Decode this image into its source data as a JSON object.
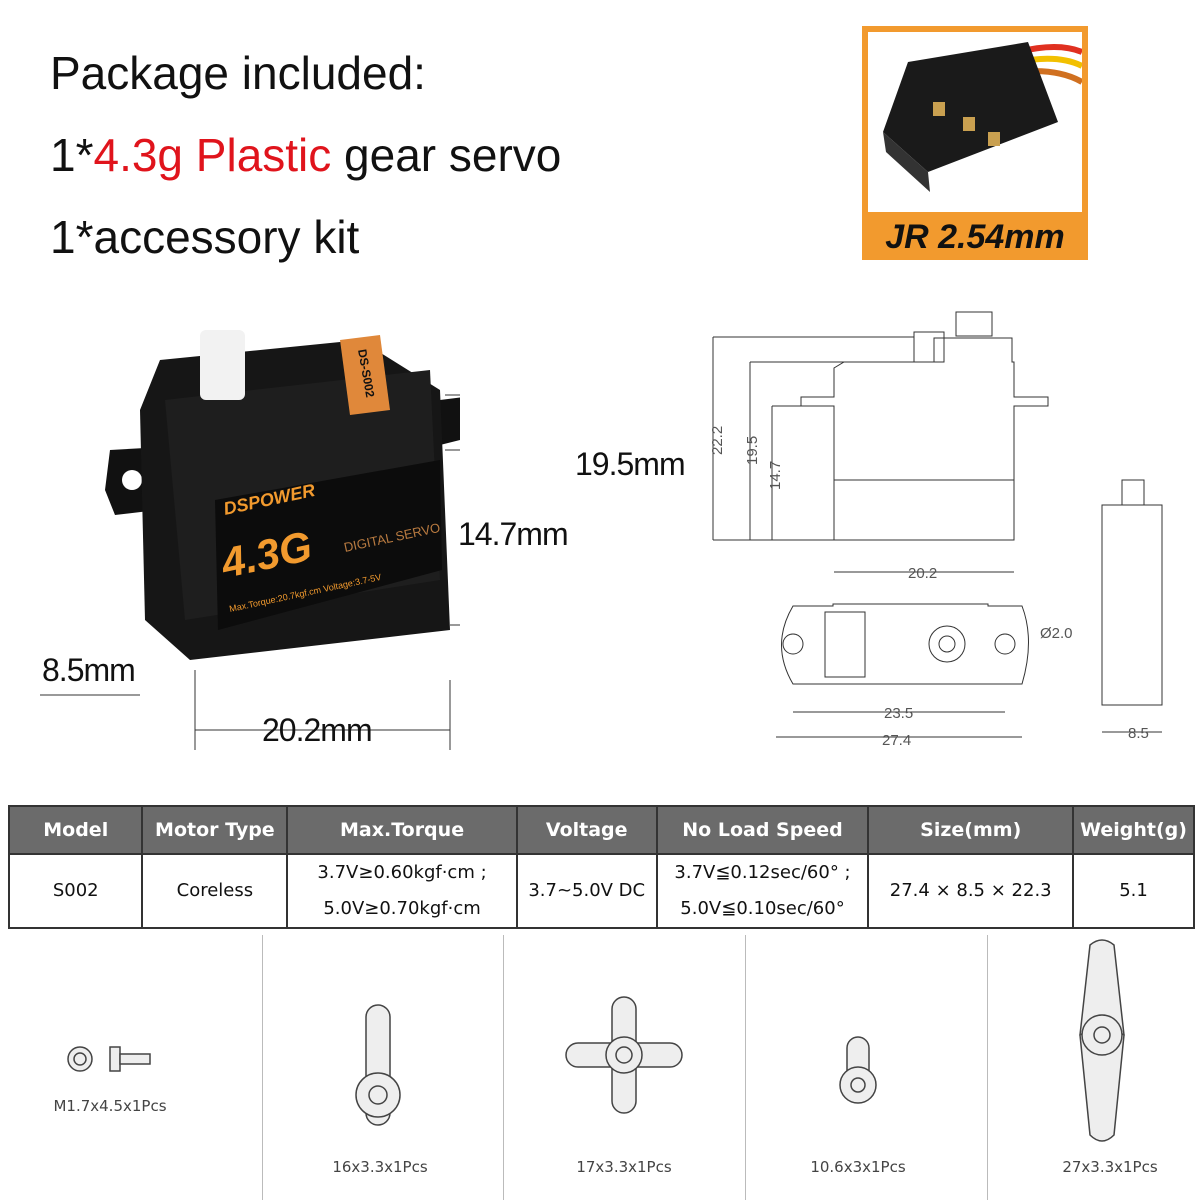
{
  "package": {
    "title": "Package included:",
    "line1_prefix": "1*",
    "line1_highlight": "4.3g Plastic",
    "line1_suffix": " gear servo",
    "line2": "1*accessory kit"
  },
  "connector": {
    "label": "JR 2.54mm",
    "accent": "#f29a2e"
  },
  "servo_photo": {
    "brand": "DSPOWER",
    "weight_label": "4.3G",
    "type_label": "DIGITAL SERVO",
    "spec_strip": "Max.Torque:20.7kgf.cm  Voltage:3.7-5V",
    "model_tag": "DS-S002",
    "dims": {
      "height_total": "19.5mm",
      "height_body": "14.7mm",
      "depth": "8.5mm",
      "width": "20.2mm"
    }
  },
  "drawing": {
    "h1": "22.2",
    "h2": "19.5",
    "h3": "14.7",
    "w_body": "20.2",
    "hole": "Ø2.0",
    "hole_spacing": "23.5",
    "w_total": "27.4",
    "depth": "8.5"
  },
  "table": {
    "headers": [
      "Model",
      "Motor Type",
      "Max.Torque",
      "Voltage",
      "No Load Speed",
      "Size(mm)",
      "Weight(g)"
    ],
    "row": {
      "model": "S002",
      "motor": "Coreless",
      "torque_1": "3.7V≥0.60kgf·cm ;",
      "torque_2": "5.0V≥0.70kgf·cm",
      "voltage": "3.7~5.0V DC",
      "speed_1": "3.7V≦0.12sec/60° ;",
      "speed_2": "5.0V≦0.10sec/60°",
      "size": "27.4 × 8.5 × 22.3",
      "weight": "5.1"
    }
  },
  "accessories": [
    {
      "label": "M1.7x4.5x1Pcs"
    },
    {
      "label": "16x3.3x1Pcs"
    },
    {
      "label": "17x3.3x1Pcs"
    },
    {
      "label": "10.6x3x1Pcs"
    },
    {
      "label": "27x3.3x1Pcs"
    }
  ]
}
